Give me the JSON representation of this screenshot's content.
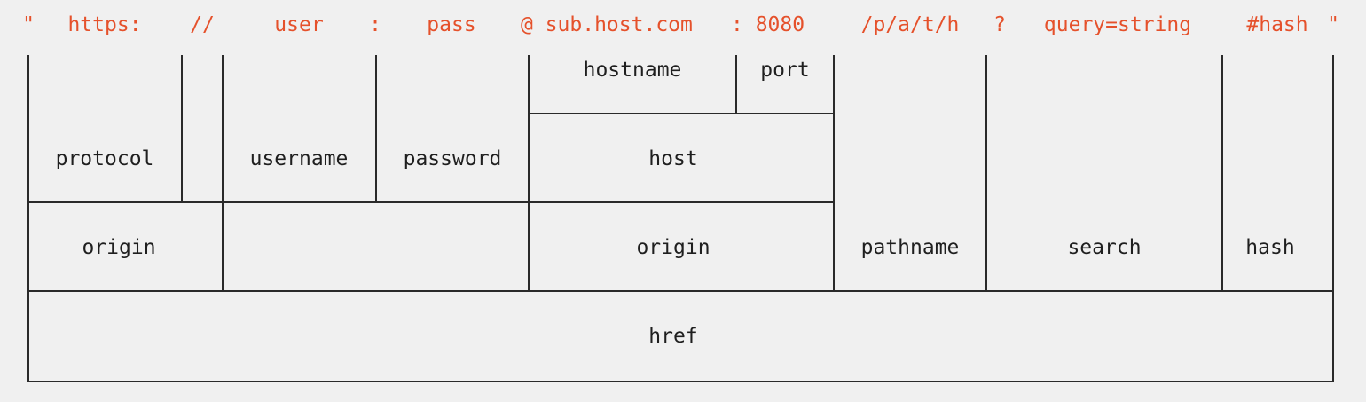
{
  "url": {
    "parts": [
      {
        "key": "open_quote",
        "text": "\""
      },
      {
        "key": "protocol",
        "text": "https:"
      },
      {
        "key": "slashes",
        "text": "//"
      },
      {
        "key": "user",
        "text": "user"
      },
      {
        "key": "colon",
        "text": ":"
      },
      {
        "key": "pass",
        "text": "pass"
      },
      {
        "key": "at_host",
        "text": "@ sub.host.com"
      },
      {
        "key": "port_sep",
        "text": ": 8080"
      },
      {
        "key": "path",
        "text": "/p/a/t/h"
      },
      {
        "key": "qmark",
        "text": "?"
      },
      {
        "key": "query",
        "text": "query=string"
      },
      {
        "key": "hash",
        "text": "#hash"
      },
      {
        "key": "close_quote",
        "text": "\""
      }
    ]
  },
  "segments": {
    "hostname": "hostname",
    "port": "port",
    "protocol": "protocol",
    "username": "username",
    "password": "password",
    "host": "host",
    "origin_left": "origin",
    "origin_right": "origin",
    "pathname": "pathname",
    "search": "search",
    "hash": "hash",
    "href": "href"
  },
  "colors": {
    "url_text": "#e5512b",
    "label_text": "#1f1f1f",
    "lines": "#2a2a2a",
    "background": "#f0f0f0"
  }
}
